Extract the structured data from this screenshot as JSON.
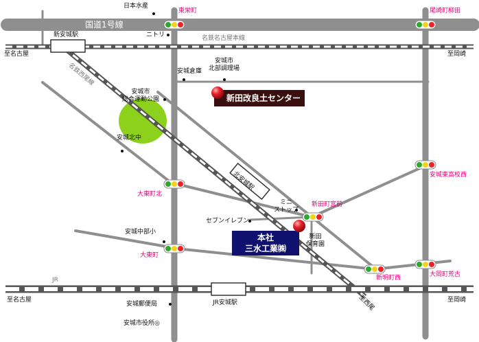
{
  "roads": {
    "route1": "国道1号線",
    "meitetsu_main": "名鉄名古屋本線",
    "meitetsu_nishio": "名鉄西尾線",
    "jr": "JR"
  },
  "stations": {
    "shin_anjo": "新安城駅",
    "kita_anjo": "北安城駅",
    "jr_anjo": "JR安城駅"
  },
  "directions": {
    "to_nagoya_top": "至名古屋",
    "to_okazaki_top": "至岡崎",
    "to_nagoya_bottom": "至名古屋",
    "to_okazaki_bottom": "至岡崎",
    "to_nishio": "至西尾"
  },
  "intersections": {
    "higashi_sakae": "東栄町",
    "ozaki_yanagida": "尾崎町柳田",
    "anjo_higashi_koko_nishi": "安城東高校西",
    "daito_kita": "大東町北",
    "shinden_miya": "新田町宮前",
    "daito": "大東町",
    "shinmei_nishi": "新明町西",
    "ooka_araku": "大岡町荒古"
  },
  "landmarks": {
    "nihon_suisan": "日本水産",
    "nitori": "ニトリ",
    "anjo_soko": "安城倉庫",
    "hokubu_1": "安城市",
    "hokubu_2": "北部調理場",
    "sogo_1": "安城市",
    "sogo_2": "総合運動公園",
    "kita_chu": "安城北中",
    "mini_1": "ミニ",
    "mini_2": "ストップ",
    "seven": "セブンイレブン",
    "hoikuen_1": "新田",
    "hoikuen_2": "保育園",
    "chubu_sho": "安城中部小",
    "yubin": "安城郵便局",
    "shiyakusho": "安城市役所◎"
  },
  "sites": {
    "kairyo_center": "新田改良土センター",
    "honsha_1": "本社",
    "honsha_2": "三水工業㈱"
  },
  "colors": {
    "road": "#8f8f8f",
    "rail": "#555555",
    "park": "#8ed11d",
    "center_box": "#3a0f0f",
    "honsha_box": "#10106e",
    "intersection_label": "#e0007a",
    "marker": "#e8232a"
  }
}
